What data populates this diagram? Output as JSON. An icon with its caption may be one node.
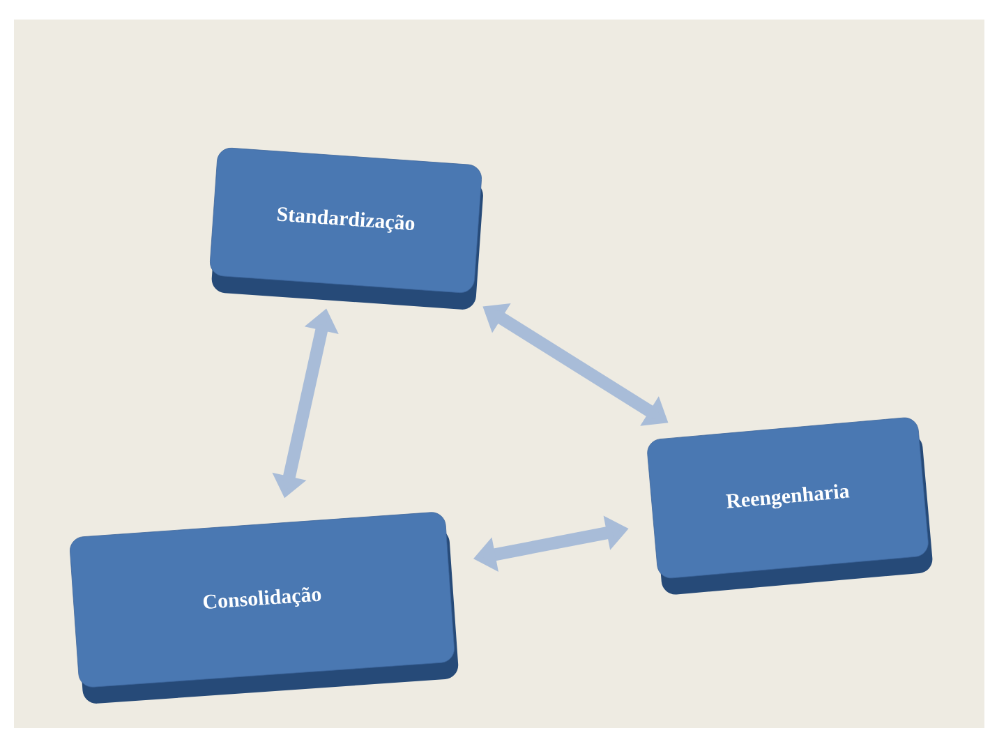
{
  "diagram": {
    "nodes": [
      {
        "text": [
          "Standardização"
        ]
      },
      {
        "text": [
          "Reengenharia"
        ]
      },
      {
        "text": [
          "Consolidação"
        ]
      }
    ],
    "edges": [
      {
        "from": 0,
        "to": 2,
        "arrow": "both"
      },
      {
        "from": 0,
        "to": 1,
        "arrow": "both"
      },
      {
        "from": 2,
        "to": 1,
        "arrow": "both"
      }
    ]
  }
}
